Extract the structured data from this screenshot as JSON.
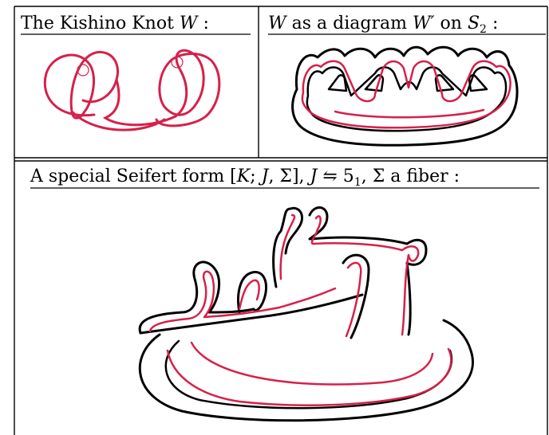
{
  "panels": [
    {
      "id": "kishino-knot",
      "caption": "The Kishino Knot W :",
      "caption_parts": {
        "prefix": "The Kishino Knot ",
        "var": "W",
        "suffix": " :"
      }
    },
    {
      "id": "diagram-on-s2",
      "caption": "W as a diagram W′ on S₂ :",
      "caption_parts": {
        "var1": "W",
        "mid": " as a diagram ",
        "var2": "W′",
        "on": " on ",
        "sym": "S",
        "sub": "2",
        "suffix": " :"
      }
    },
    {
      "id": "seifert-form",
      "caption": "A special Seifert form [K; J, Σ], J ⇋ 5₁, Σ a fiber :",
      "caption_parts": {
        "prefix": "A special Seifert form [",
        "K": "K",
        "semi": "; ",
        "J": "J",
        "comma": ", Σ], ",
        "J2": "J",
        "rel": " ⇋ 5",
        "sub": "1",
        "rest": ", Σ a fiber :"
      }
    }
  ],
  "colors": {
    "knot": "#d6204a",
    "surface": "#000000",
    "rule": "#000000",
    "background": "#ffffff"
  }
}
